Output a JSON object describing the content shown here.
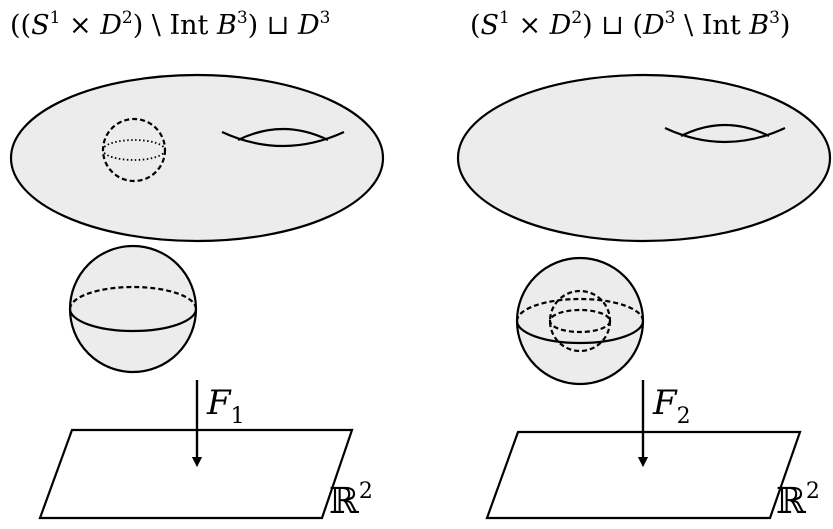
{
  "left": {
    "title": {
      "pre": "((",
      "s": "S",
      "s_sup": "1",
      "times": " × ",
      "d": "D",
      "d_sup": "2",
      "mid": ") \\ Int ",
      "b": "B",
      "b_sup": "3",
      "sqcup": ") ⊔ ",
      "d3": "D",
      "d3_sup": "3"
    },
    "map_label": {
      "letter": "F",
      "sub": "1"
    },
    "plane_label": {
      "letter": "ℝ",
      "sup": "2"
    }
  },
  "right": {
    "title": {
      "pre": "(",
      "s": "S",
      "s_sup": "1",
      "times": " × ",
      "d": "D",
      "d_sup": "2",
      "sqcup": ") ⊔ (",
      "d3": "D",
      "d3_sup": "3",
      "mid": " \\ Int ",
      "b": "B",
      "b_sup": "3",
      "post": ")"
    },
    "map_label": {
      "letter": "F",
      "sub": "2"
    },
    "plane_label": {
      "letter": "ℝ",
      "sup": "2"
    }
  }
}
